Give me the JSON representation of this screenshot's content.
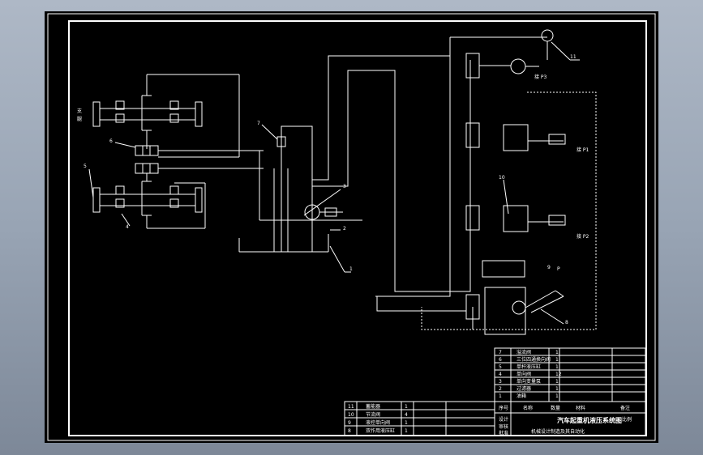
{
  "colors": {
    "background": "#000000",
    "lines": "#ffffff",
    "window": "#9ba6b5"
  },
  "callouts": [
    "1",
    "2",
    "3",
    "4",
    "5",
    "6",
    "7",
    "8",
    "9",
    "10",
    "11"
  ],
  "bom_rows": [
    {
      "no": "7",
      "name": "溢流阀",
      "qty": "1"
    },
    {
      "no": "6",
      "name": "三位四通换向阀",
      "qty": "1"
    },
    {
      "no": "5",
      "name": "单杆液压缸",
      "qty": "1"
    },
    {
      "no": "4",
      "name": "单向阀",
      "qty": "12"
    },
    {
      "no": "3",
      "name": "单向变量泵",
      "qty": "1"
    },
    {
      "no": "2",
      "name": "过滤器",
      "qty": "1"
    },
    {
      "no": "1",
      "name": "油箱",
      "qty": "1"
    }
  ],
  "bom_rows_lower": [
    {
      "no": "11",
      "name": "蓄能器",
      "qty": "1"
    },
    {
      "no": "10",
      "name": "节流阀",
      "qty": "4"
    },
    {
      "no": "9",
      "name": "液控单向阀",
      "qty": "1"
    },
    {
      "no": "8",
      "name": "双作用液压缸",
      "qty": "1"
    }
  ],
  "bom_header": {
    "no": "序号",
    "name": "名称",
    "qty": "数量",
    "material": "材料",
    "remark": "备注"
  },
  "title_block": {
    "title": "汽车起重机液压系统图",
    "designer": "设计",
    "checker": "审核",
    "approver": "批准",
    "school": "机械设计制造及其自动化",
    "scale": "比例"
  },
  "labels": {
    "output_1": "接 P1",
    "output_2": "接 P2",
    "output_3": "接 P3",
    "pressure": "P",
    "cylinder_label_a": "支",
    "cylinder_label_b": "腿"
  }
}
